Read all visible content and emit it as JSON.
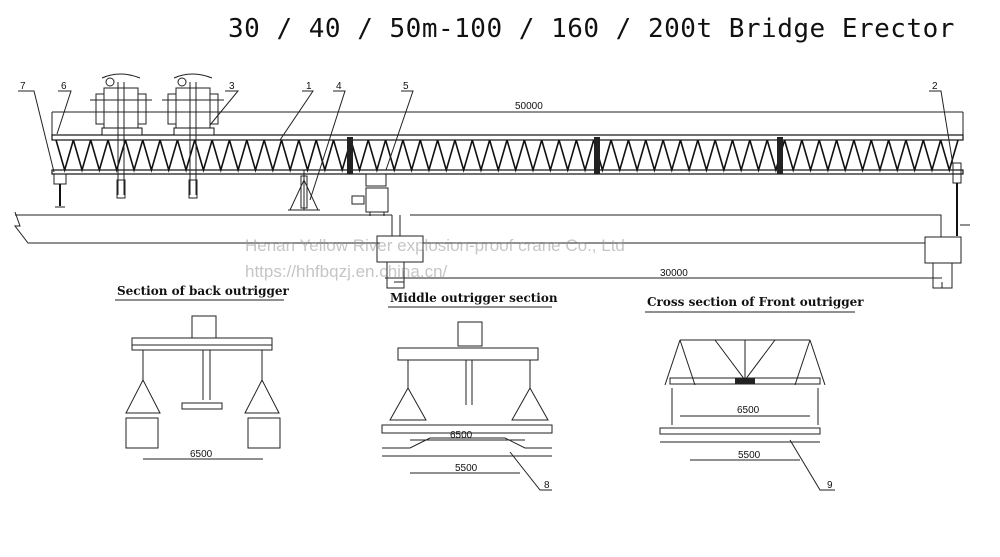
{
  "title": "30 / 40 / 50m-100 / 160 / 200t Bridge Erector",
  "dimensions": {
    "overall_length": "50000",
    "span": "30000",
    "back_width": "6500",
    "middle_width_top": "6500",
    "middle_width_bottom": "5500",
    "front_width_top": "6500",
    "front_width_bottom": "5500"
  },
  "callouts": [
    "1",
    "2",
    "3",
    "4",
    "5",
    "6",
    "7",
    "8",
    "9"
  ],
  "sections": {
    "back": "Section of back outrigger",
    "middle": "Middle outrigger section",
    "front": "Cross section of Front outrigger"
  },
  "watermark": {
    "line1": "Henan Yellow River explosion-proof crane Co., Ltd",
    "line2": "https://hhfbqzj.en.china.cn/"
  }
}
